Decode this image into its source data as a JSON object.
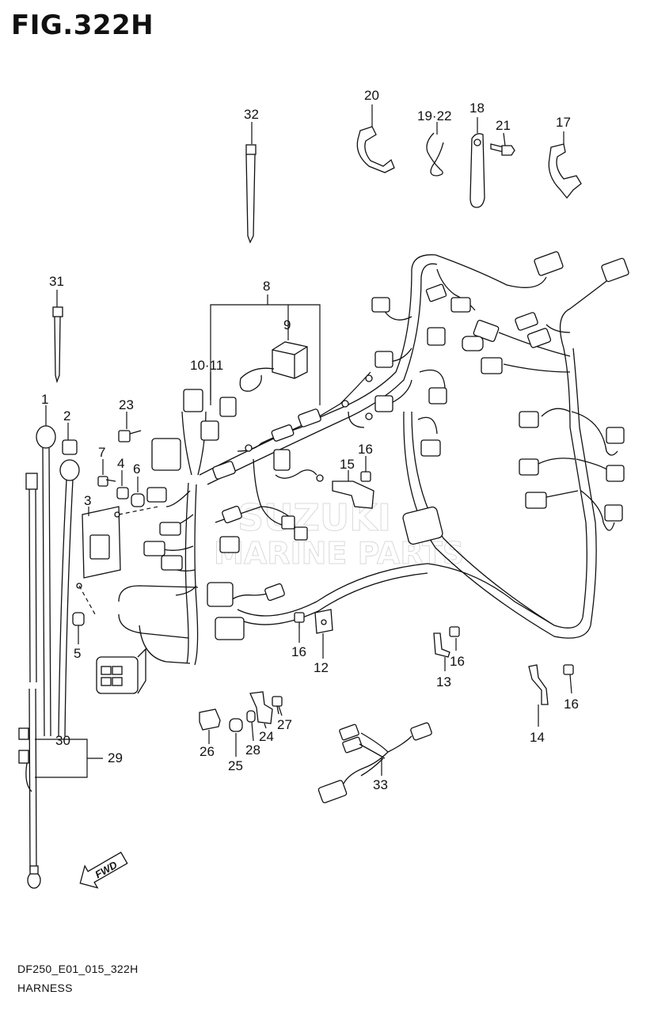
{
  "figure": {
    "title": "FIG.322H",
    "model_code": "DF250_E01_015_322H",
    "section_name": "HARNESS"
  },
  "watermark": {
    "line1": "SUZUKI",
    "line2": "MARINE PARTS"
  },
  "direction_badge": "FWD",
  "callouts": {
    "c1": "1",
    "c2": "2",
    "c3": "3",
    "c4": "4",
    "c5": "5",
    "c6": "6",
    "c7": "7",
    "c8": "8",
    "c9": "9",
    "c10_11": "10·11",
    "c12": "12",
    "c13": "13",
    "c14": "14",
    "c15": "15",
    "c16a": "16",
    "c16b": "16",
    "c16c": "16",
    "c16d": "16",
    "c17": "17",
    "c18": "18",
    "c19_22": "19·22",
    "c20": "20",
    "c21": "21",
    "c23": "23",
    "c24": "24",
    "c25": "25",
    "c26": "26",
    "c27": "27",
    "c28": "28",
    "c29": "29",
    "c30": "30",
    "c31": "31",
    "c32": "32",
    "c33": "33"
  }
}
